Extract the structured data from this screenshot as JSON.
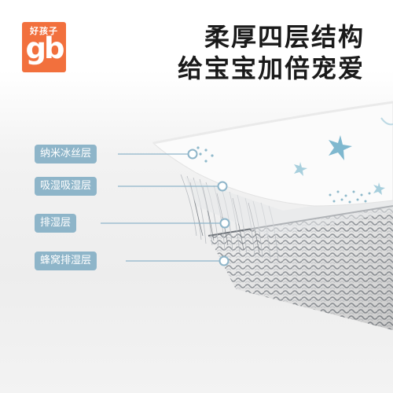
{
  "brand": {
    "top_text": "好孩子",
    "mark_text": "gb",
    "color": "#f2703d"
  },
  "headline": {
    "line1": "柔厚四层结构",
    "line2": "给宝宝加倍宠爱"
  },
  "layers": [
    {
      "label": "纳米冰丝层"
    },
    {
      "label": "吸湿吸湿层"
    },
    {
      "label": "排湿层"
    },
    {
      "label": "蜂窝排湿层"
    }
  ],
  "colors": {
    "label_bg": "#8eb5c9",
    "accent_star": "#7fb8cf"
  }
}
